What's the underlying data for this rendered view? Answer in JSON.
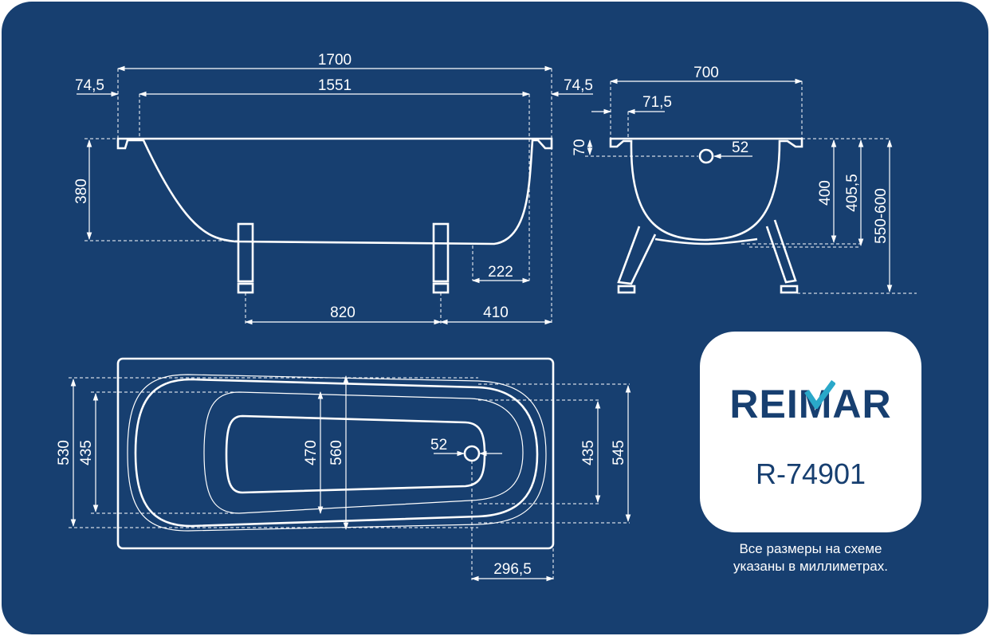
{
  "brand": {
    "logo_text": "REIMAR",
    "model": "R-74901",
    "accent_color": "#2aa8c9"
  },
  "note": {
    "line1": "Все размеры на схеме",
    "line2": "указаны в миллиметрах."
  },
  "colors": {
    "background": "#173f70",
    "line": "#ffffff",
    "card": "#ffffff"
  },
  "side_view": {
    "overall_length": "1700",
    "inner_length": "1551",
    "rim_left": "74,5",
    "rim_right": "74,5",
    "depth": "380",
    "drain_offset": "222",
    "leg_spacing": "820",
    "leg_to_end": "410"
  },
  "end_view": {
    "overall_width": "700",
    "rim": "71,5",
    "overflow_height": "70",
    "overflow_diameter": "52",
    "inner_depth": "400",
    "outer_depth": "405,5",
    "total_height": "550-600"
  },
  "top_view": {
    "width_outer_left": "530",
    "width_inner_left": "435",
    "bottom_width": "470",
    "inner_width": "560",
    "drain_diameter": "52",
    "width_inner_right": "435",
    "width_outer_right": "545",
    "drain_offset": "296,5"
  }
}
